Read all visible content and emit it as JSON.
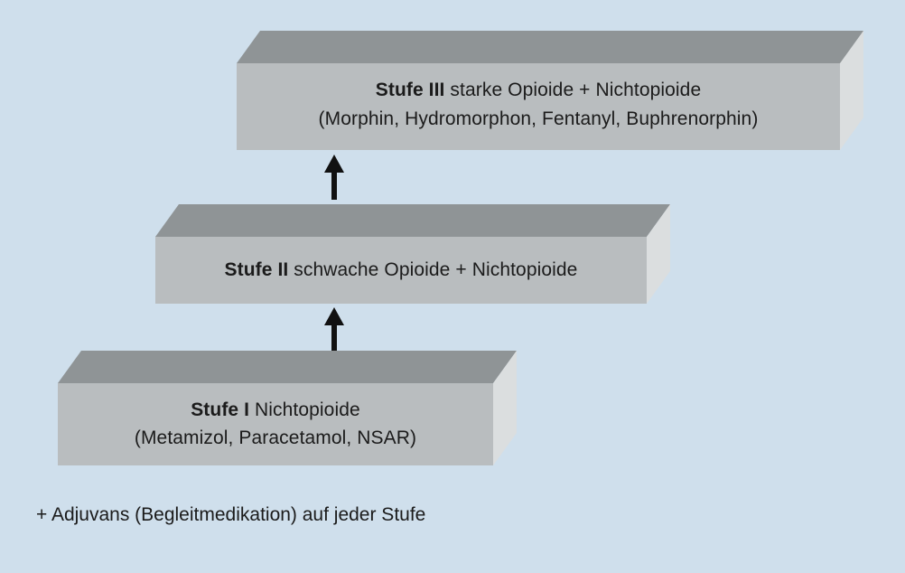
{
  "figure": {
    "background_color": "#cfdfec",
    "block_front_color": "#b9bdbf",
    "block_top_color": "#8f9496",
    "block_side_color": "#dbdedf",
    "arrow_color": "#111111",
    "text_color": "#1b1b1b"
  },
  "steps": [
    {
      "id": "stufe-3",
      "level_label": "Stufe III",
      "line1_rest": " starke Opioide + Nichtopioide",
      "line2": "(Morphin, Hydromorphon, Fentanyl, Buphrenorphin)"
    },
    {
      "id": "stufe-2",
      "level_label": "Stufe II",
      "line1_rest": " schwache Opioide + Nichtopioide",
      "line2": ""
    },
    {
      "id": "stufe-1",
      "level_label": "Stufe I",
      "line1_rest": " Nichtopioide",
      "line2": "(Metamizol, Paracetamol, NSAR)"
    }
  ],
  "arrows": [
    {
      "id": "arrow-stufe1-to-stufe2",
      "direction": "up"
    },
    {
      "id": "arrow-stufe2-to-stufe3",
      "direction": "up"
    }
  ],
  "caption": "+ Adjuvans (Begleitmedikation) auf jeder Stufe"
}
